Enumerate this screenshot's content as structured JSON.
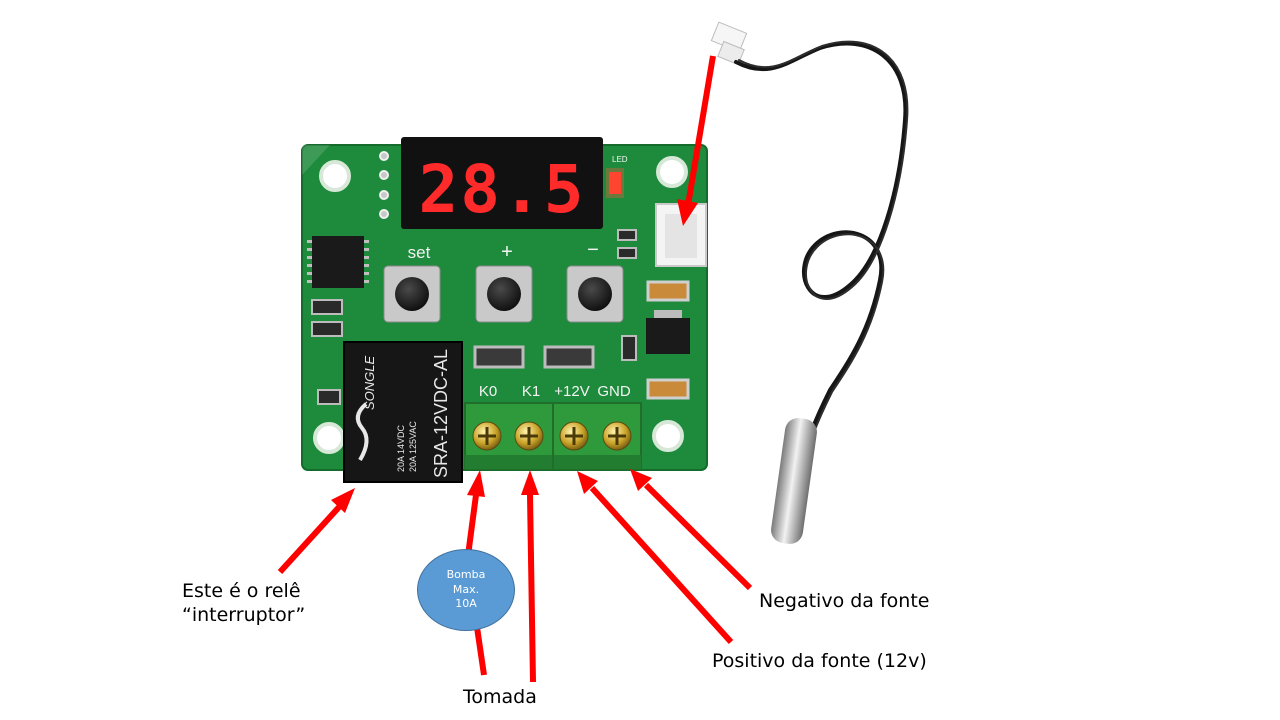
{
  "board": {
    "display_value": "28.5",
    "led_label": "LED",
    "buttons": {
      "set": "set",
      "plus": "+",
      "minus": "−"
    },
    "terminals": [
      "K0",
      "K1",
      "+12V",
      "GND"
    ],
    "relay": {
      "brand": "SONGLE",
      "rating_a": "20A 14VDC",
      "rating_b": "20A 125VAC",
      "model": "SRA-12VDC-AL"
    }
  },
  "callouts": {
    "relay": "Este é o relê\n“interruptor”",
    "negative": "Negativo da fonte",
    "positive": "Positivo da fonte (12v)",
    "outlet": "Tomada"
  },
  "pump_badge": {
    "line1": "Bomba",
    "line2": "Max.",
    "line3": "10A"
  },
  "colors": {
    "arrow": "#ff0000",
    "pcb": "#1e8b3c",
    "badge": "#5b9bd5"
  }
}
